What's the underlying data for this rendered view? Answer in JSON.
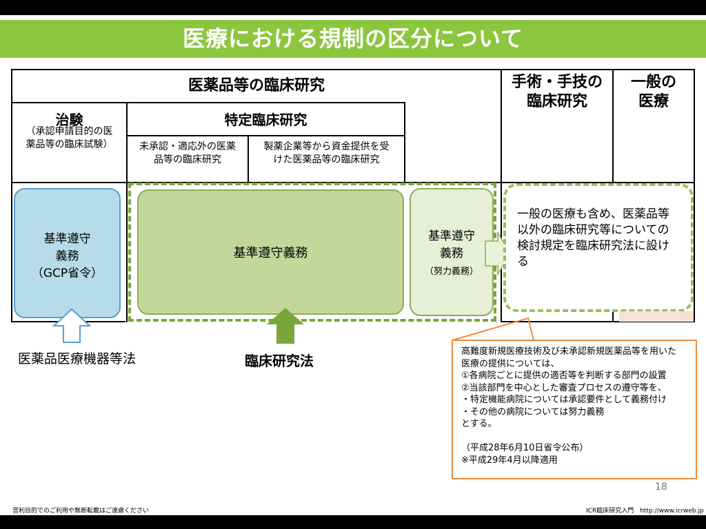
{
  "slide": {
    "title": "医療における規制の区分について",
    "page_number": "18"
  },
  "header": {
    "clinical_research_drugs": "医薬品等の臨床研究",
    "surgery_research": "手術・手技の\n臨床研究",
    "general_medicine": "一般の\n医療",
    "chiken": "治験",
    "chiken_desc": "（承認申請目的の医\n薬品等の臨床試験）",
    "specified_research": "特定臨床研究",
    "unapproved_desc": "未承認・適応外の医薬\n品等の臨床研究",
    "funded_desc": "製薬企業等から資金提供を受\nけた医薬品等の臨床研究"
  },
  "boxes": {
    "gcp": "基準遵守\n義務\n（GCP省令）",
    "compliance": "基準遵守義務",
    "effort_main": "基準遵守\n義務",
    "effort_sub": "（努力義務）",
    "general_rule": "一般の医療も含め、医薬品等\n以外の臨床研究等についての\n検討規定を臨床研究法に設け\nる"
  },
  "laws": {
    "pmd_act": "医薬品医療機器等法",
    "clinical_trials_act": "臨床研究法"
  },
  "note": {
    "lines": [
      "高難度新規医療技術及び未承認新規医薬品等を用いた",
      "医療の提供については、",
      "①各病院ごとに提供の適否等を判断する部門の設置",
      "②当該部門を中心とした審査プロセスの遵守等を、",
      "・特定機能病院については承認要件として義務付け",
      "・その他の病院については努力義務",
      "とする。",
      "",
      "（平成28年6月10日省令公布）",
      "※平成29年4月以降適用"
    ]
  },
  "footer": {
    "left": "営利目的でのご利用や無断転載はご遠慮ください",
    "right": "ICR臨床研究入門　http://www.icrweb.jp"
  },
  "colors": {
    "title_green": "#8cc63f",
    "gcp_blue": "#b6dbe9",
    "compliance_green": "#c3d79b",
    "effort_green": "#e7efd6",
    "dash_green": "#7aa53a",
    "note_orange": "#f08a3c"
  }
}
